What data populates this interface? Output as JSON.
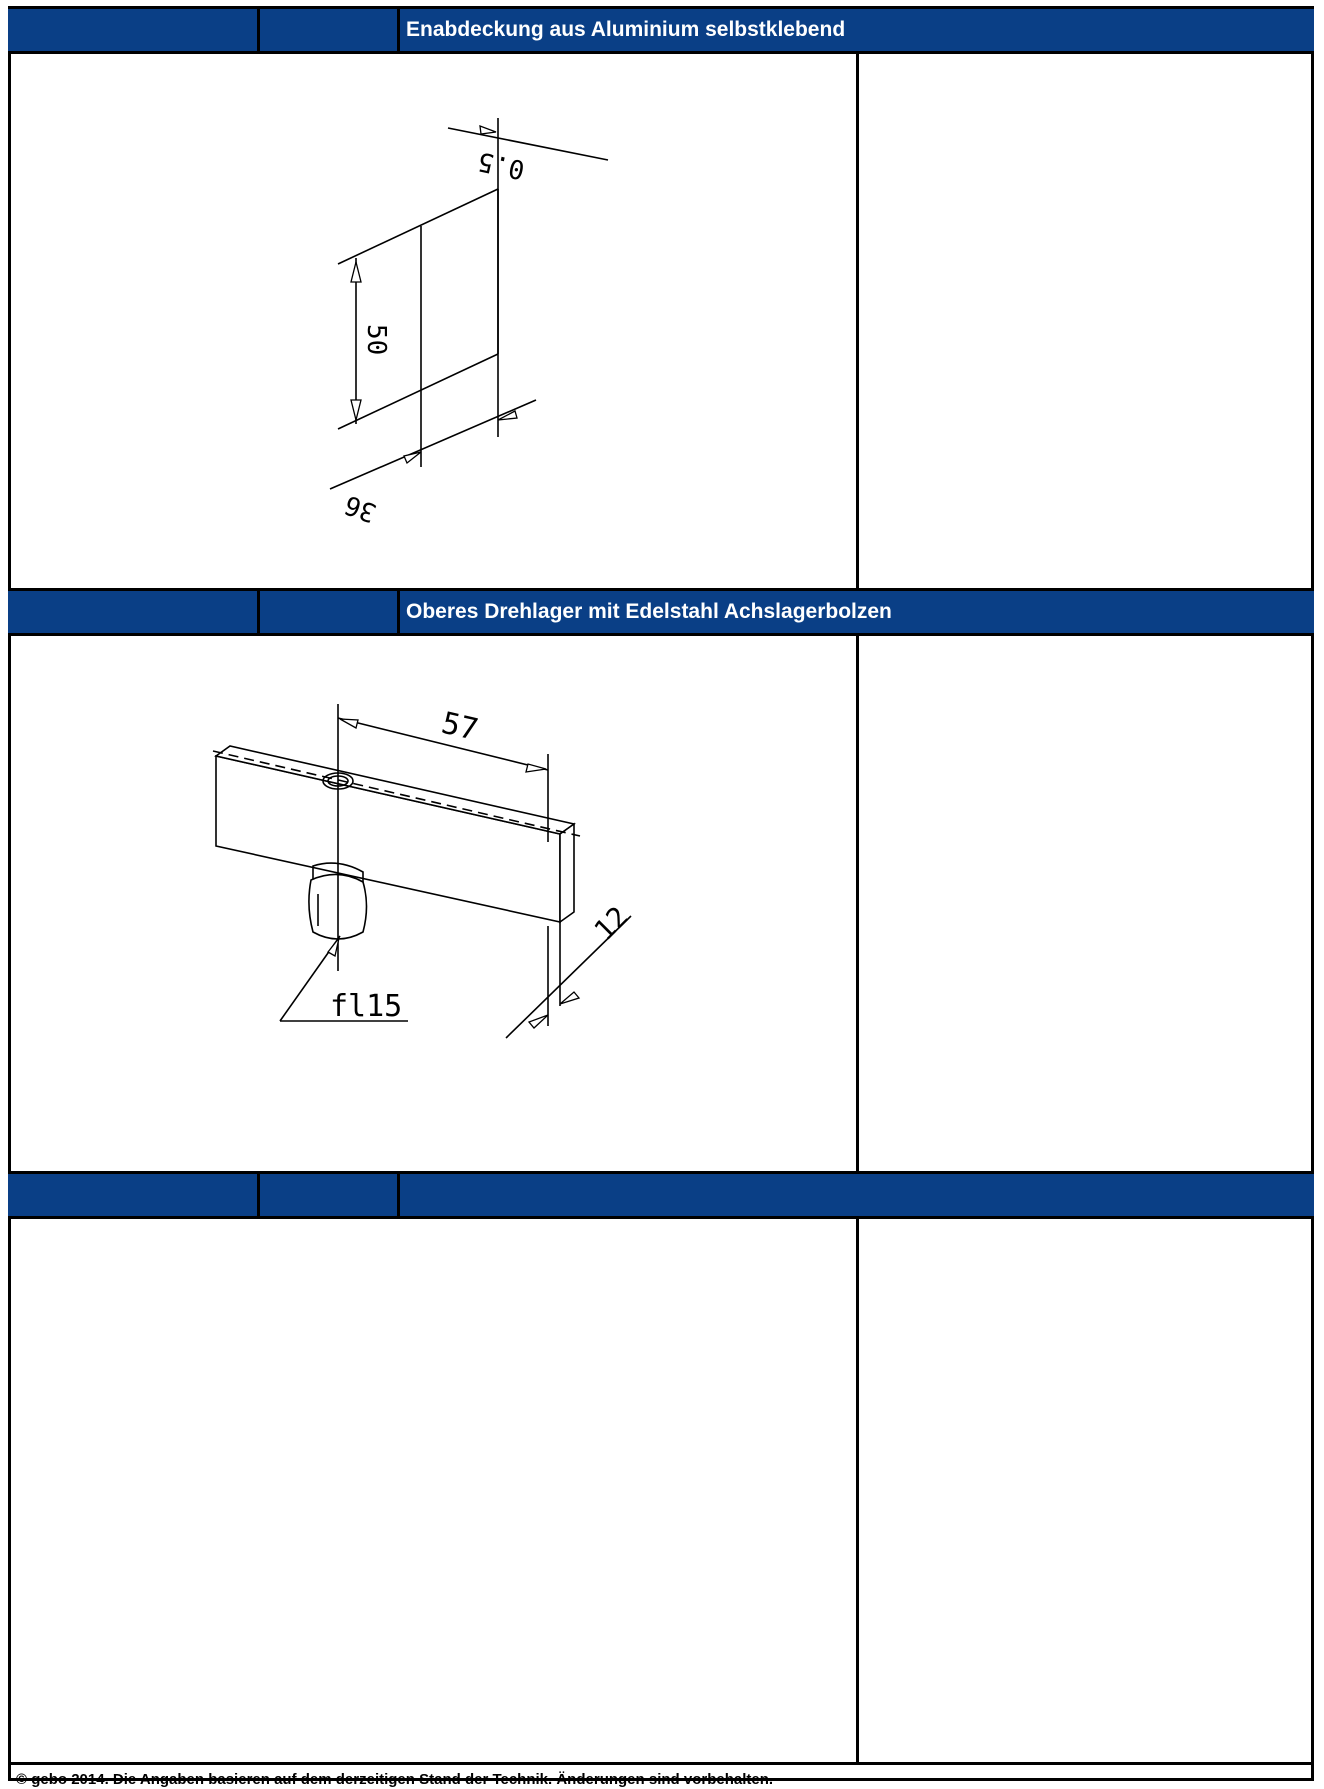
{
  "sections": [
    {
      "title": "Enabdeckung aus Aluminium selbstklebend",
      "col1": "",
      "col2": "",
      "dimensions": {
        "thickness": "0.5",
        "height": "50",
        "width": "36"
      },
      "note": ""
    },
    {
      "title": "Oberes Drehlager mit Edelstahl Achslagerbolzen",
      "col1": "",
      "col2": "",
      "dimensions": {
        "length": "57",
        "depth": "12",
        "diameter": "fl15"
      },
      "note": ""
    },
    {
      "title": "",
      "col1": "",
      "col2": "",
      "note": ""
    }
  ],
  "footer": "© gebo 2014. Die Angaben basieren auf dem derzeitigen Stand der Technik. Änderungen sind vorbehalten.",
  "colors": {
    "header_band": "#0a3f86",
    "header_text": "#ffffff",
    "line": "#000000"
  }
}
